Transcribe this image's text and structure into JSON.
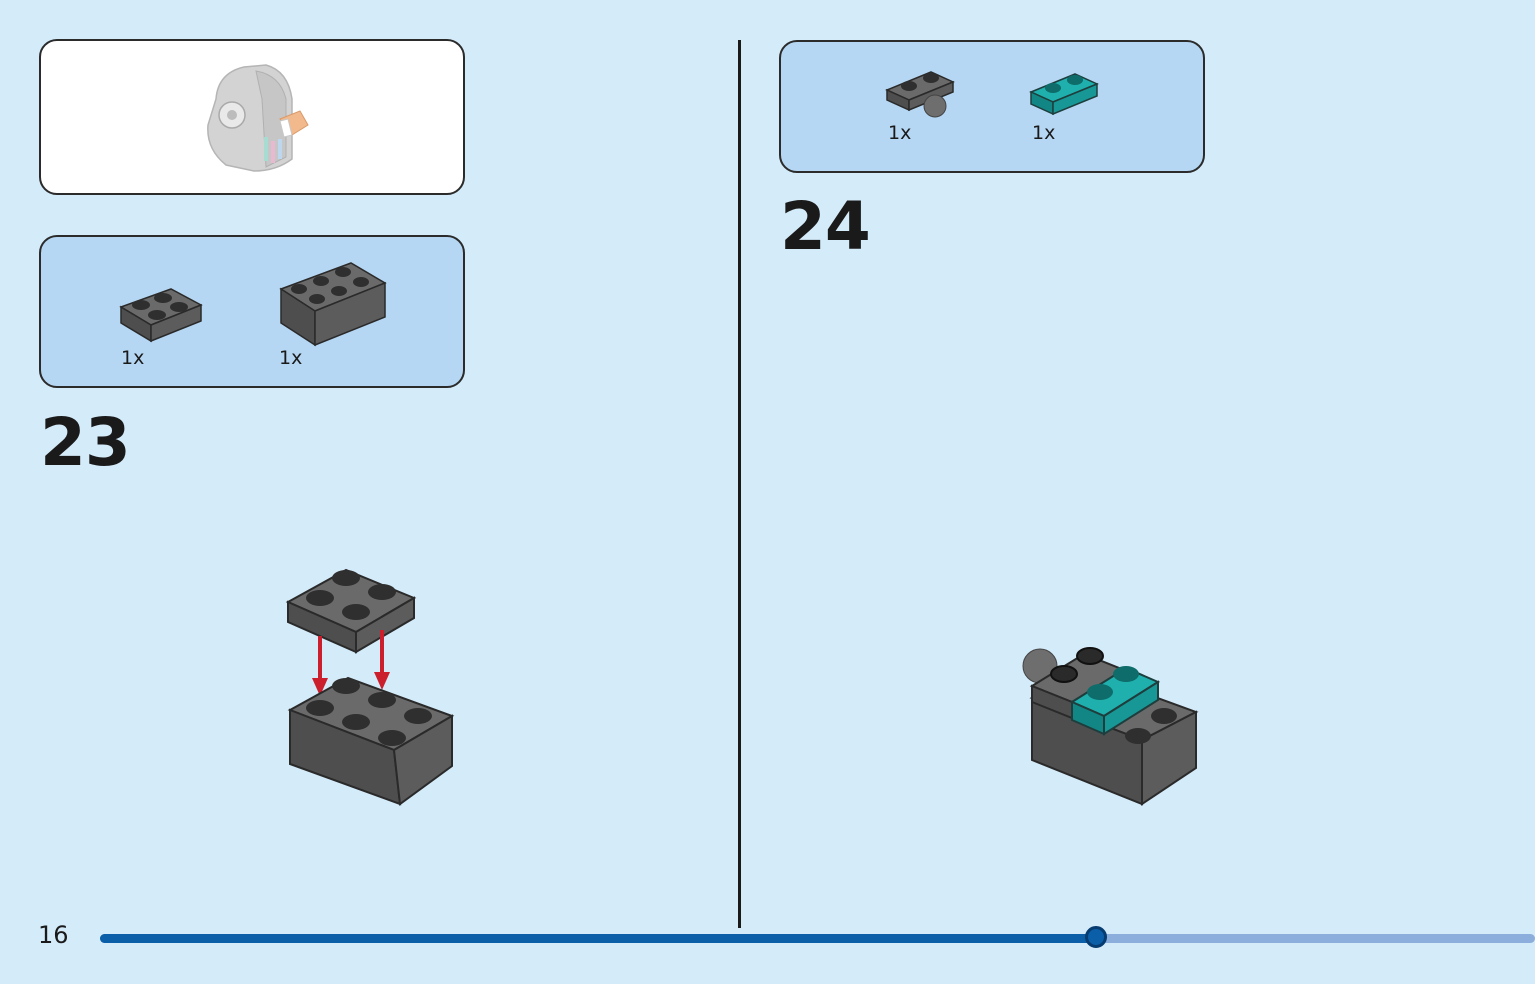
{
  "page": {
    "number": "16",
    "progress": 0.694
  },
  "steps": [
    {
      "number": "23",
      "parts": [
        {
          "qty": "1x",
          "part": "dark-grey-plate-2x2"
        },
        {
          "qty": "1x",
          "part": "dark-grey-brick-2x3"
        }
      ]
    },
    {
      "number": "24",
      "parts": [
        {
          "qty": "1x",
          "part": "dark-grey-plate-1x2-with-ball"
        },
        {
          "qty": "1x",
          "part": "teal-plate-1x2"
        }
      ]
    }
  ],
  "colors": {
    "background": "#d4ebfa",
    "parts_panel": "#b5d7f3",
    "brick_dark_grey": "#5a5a5a",
    "brick_teal": "#1a9e9c",
    "arrow_red": "#cc1f2d",
    "progress_fill": "#0b5ea8",
    "progress_track": "#8caedc"
  },
  "icons": {
    "preview": "finished-model-preview-icon",
    "arrow": "red-down-arrow-icon"
  }
}
